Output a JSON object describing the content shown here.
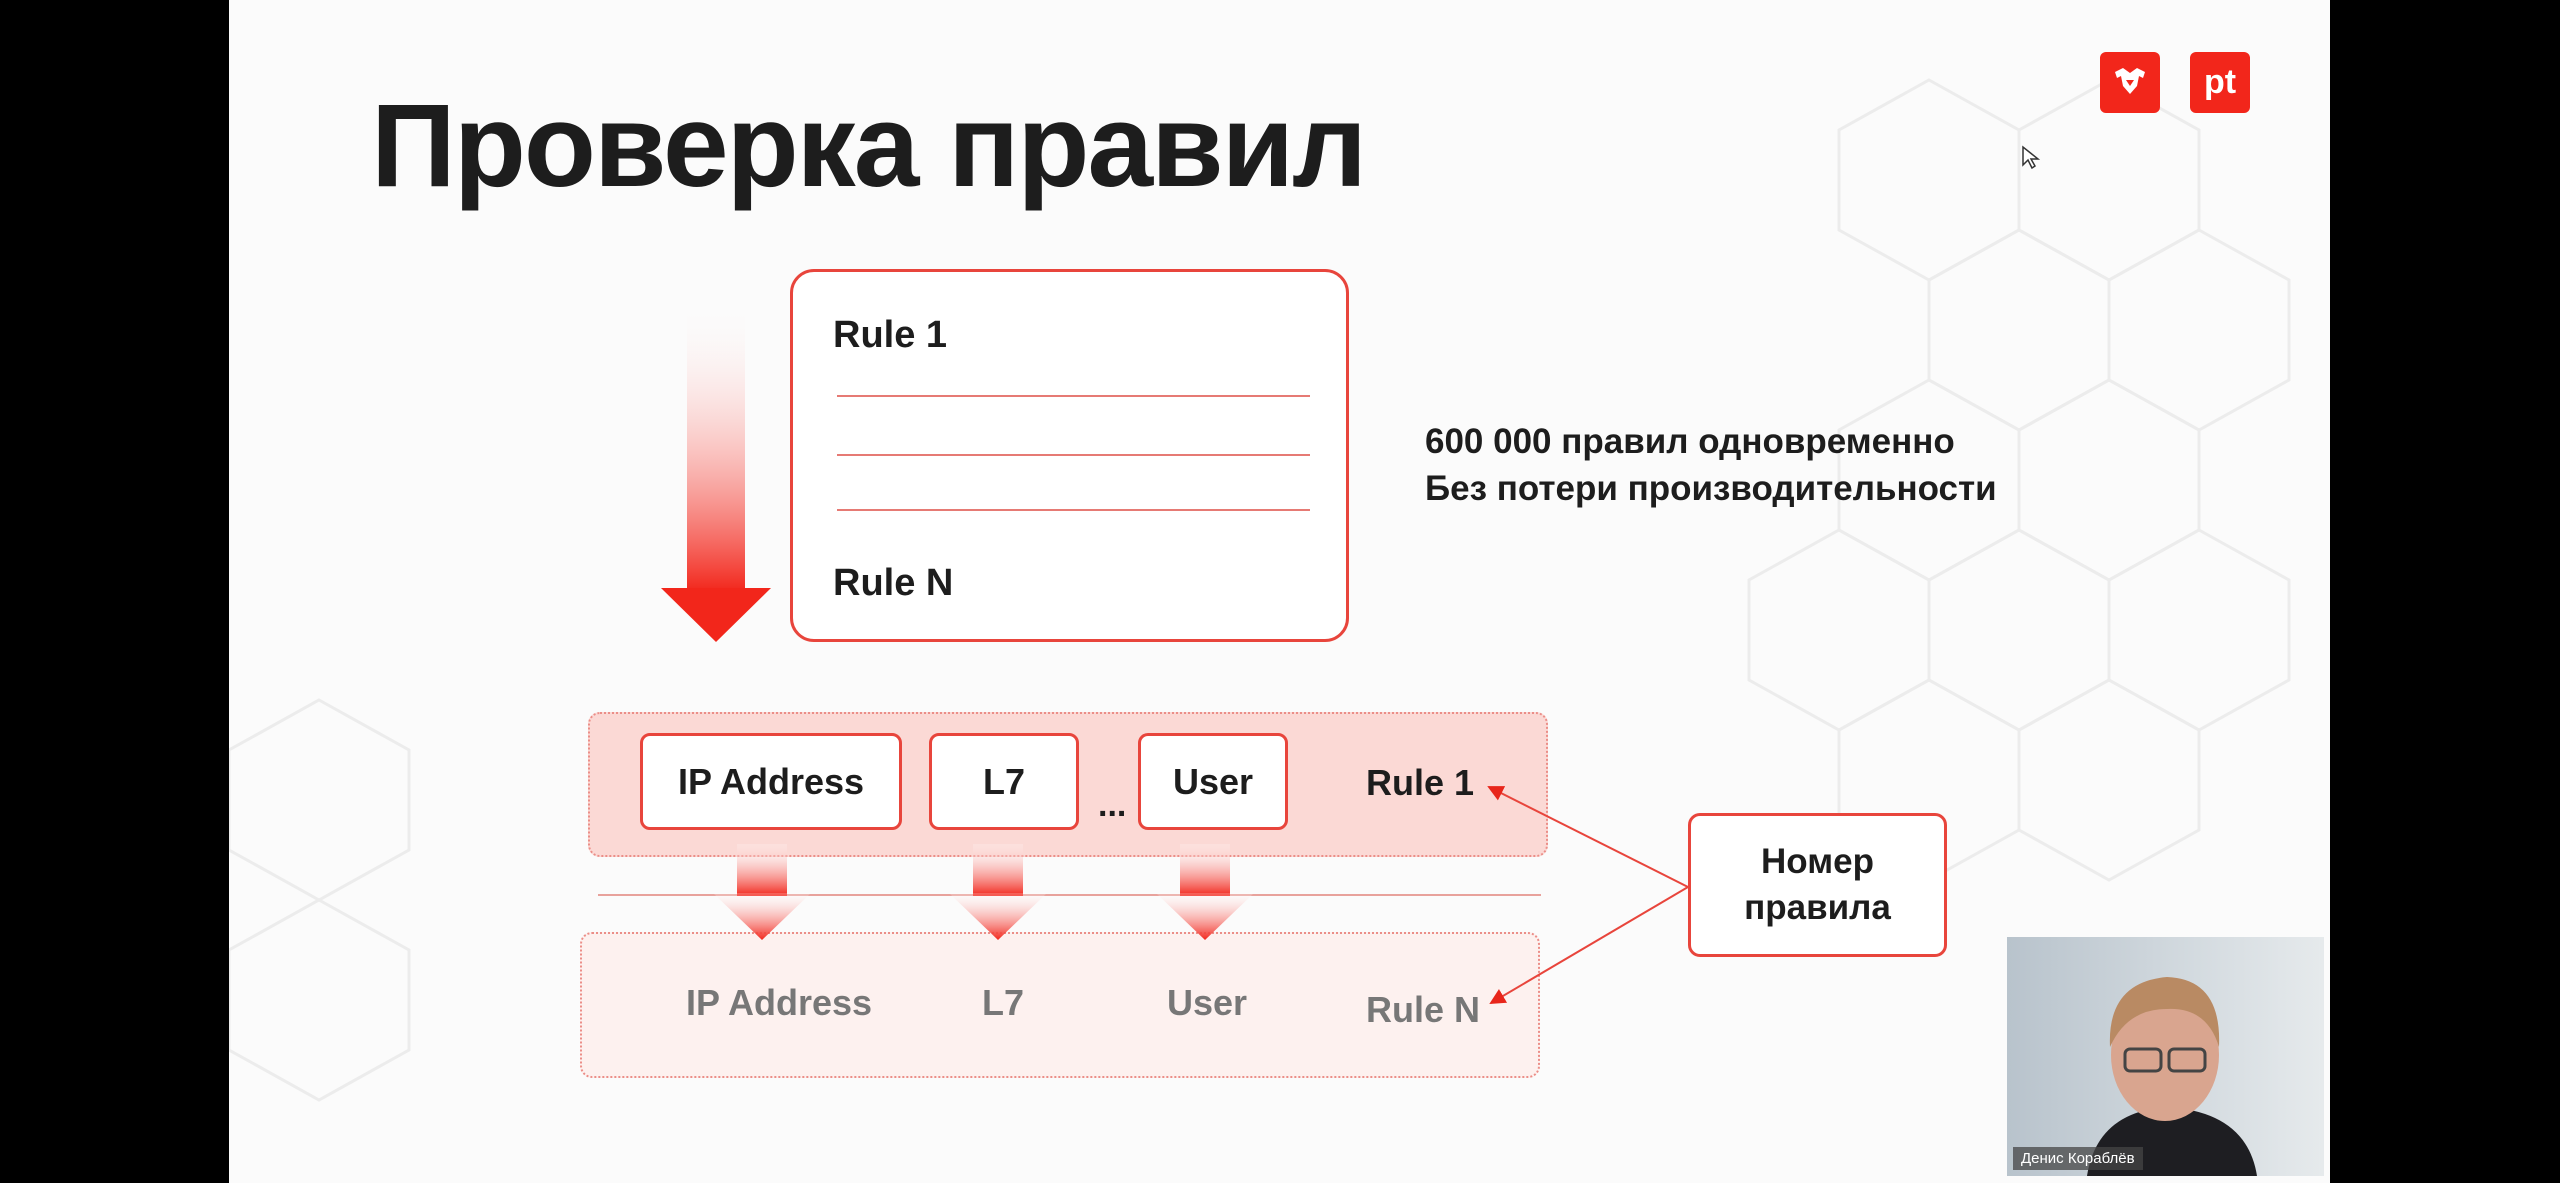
{
  "slide": {
    "title": "Проверка правил",
    "logos": {
      "left": "lion-logo",
      "right": "pt"
    },
    "rule_list": {
      "first": "Rule 1",
      "last": "Rule N"
    },
    "description": [
      "600 000 правил одновременно",
      "Без потери производительности"
    ],
    "row1": {
      "fields": [
        "IP Address",
        "L7",
        "User"
      ],
      "ellipsis": "...",
      "rule": "Rule 1"
    },
    "row2": {
      "fields": [
        "IP Address",
        "L7",
        "User"
      ],
      "rule": "Rule N"
    },
    "callout": [
      "Номер",
      "правила"
    ],
    "accent_color": "#f2261b"
  },
  "webcam": {
    "participant_name": "Денис Кораблёв"
  }
}
